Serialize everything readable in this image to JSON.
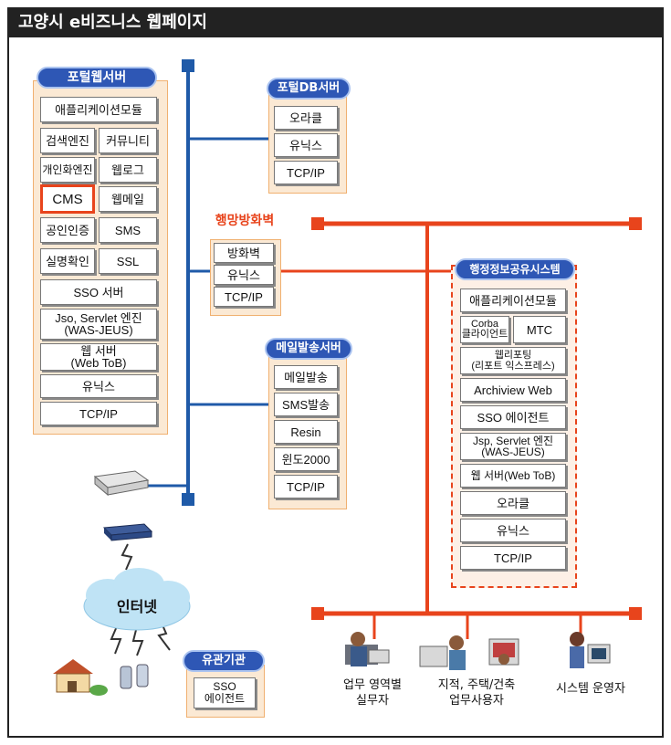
{
  "title": "고양시 e비즈니스 웹페이지",
  "portal_web_server": {
    "header": "포털웹서버",
    "modules": [
      "애플리케이션모듈",
      "검색엔진",
      "커뮤니티",
      "개인화엔진",
      "웹로그",
      "CMS",
      "웹메일",
      "공인인증",
      "SMS",
      "실명확인",
      "SSL",
      "SSO 서버",
      "Jso, Servlet 엔진\n(WAS-JEUS)",
      "웹 서버\n(Web ToB)",
      "유닉스",
      "TCP/IP"
    ]
  },
  "portal_db_server": {
    "header": "포털DB서버",
    "modules": [
      "오라클",
      "유닉스",
      "TCP/IP"
    ]
  },
  "firewall": {
    "header": "행망방화벽",
    "modules": [
      "방화벽",
      "유닉스",
      "TCP/IP"
    ]
  },
  "mail_server": {
    "header": "메일발송서버",
    "modules": [
      "메일발송",
      "SMS발송",
      "Resin",
      "윈도2000",
      "TCP/IP"
    ]
  },
  "admin_info_system": {
    "header": "행정정보공유시스템",
    "modules": [
      "애플리케이션모듈",
      "Corba\n클라이언트",
      "MTC",
      "웹리포팅\n(리포트 익스프레스)",
      "Archiview Web",
      "SSO 에이전트",
      "Jsp, Servlet 엔진\n(WAS-JEUS)",
      "웹 서버(Web ToB)",
      "오라클",
      "유닉스",
      "TCP/IP"
    ]
  },
  "internet": {
    "label": "인터넷"
  },
  "related_agency": {
    "header": "유관기관",
    "modules": [
      "SSO\n에이전트"
    ]
  },
  "users": {
    "labels": [
      "업무 영역별\n실무자",
      "지적, 주택/건축\n업무사용자",
      "시스템 운영자"
    ]
  },
  "colors": {
    "blue_bus": "#1f5aa8",
    "red_bus": "#e8441c",
    "header_blue": "#2e57b5",
    "panel_fill": "#fbe9d4"
  }
}
